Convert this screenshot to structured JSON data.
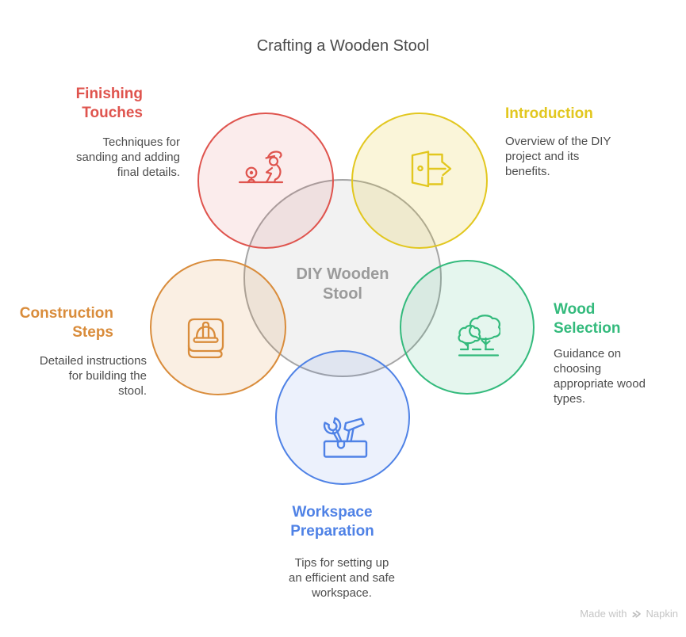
{
  "title": "Crafting a Wooden Stool",
  "center": {
    "label": "DIY Wooden\nStool",
    "fill": "#f2f2f2",
    "stroke": "#a5a5a5",
    "text_color": "#9b9b9b"
  },
  "sections": [
    {
      "id": "finishing-touches",
      "heading": "Finishing\nTouches",
      "description": "Techniques for\nsanding and adding\nfinal details.",
      "accent": "#df544e",
      "circle_fill": "#fcebe9",
      "icon": "sanding-worker-icon"
    },
    {
      "id": "introduction",
      "heading": "Introduction",
      "description": "Overview of the DIY\nproject and its\nbenefits.",
      "accent": "#e2c71f",
      "circle_fill": "#fbf7d8",
      "icon": "door-entry-icon"
    },
    {
      "id": "wood-selection",
      "heading": "Wood\nSelection",
      "description": "Guidance on\nchoosing\nappropriate wood\ntypes.",
      "accent": "#33ba7c",
      "circle_fill": "#e3f7ed",
      "icon": "trees-icon"
    },
    {
      "id": "construction-steps",
      "heading": "Construction\nSteps",
      "description": "Detailed instructions\nfor building the\nstool.",
      "accent": "#d98c3b",
      "circle_fill": "#fbeedd",
      "icon": "construction-manual-icon"
    },
    {
      "id": "workspace-preparation",
      "heading": "Workspace\nPreparation",
      "description": "Tips for setting up\nan efficient and safe\nworkspace.",
      "accent": "#4f82e6",
      "circle_fill": "#e9effc",
      "icon": "toolbox-icon"
    }
  ],
  "watermark": {
    "prefix": "Made with",
    "brand": "Napkin"
  }
}
